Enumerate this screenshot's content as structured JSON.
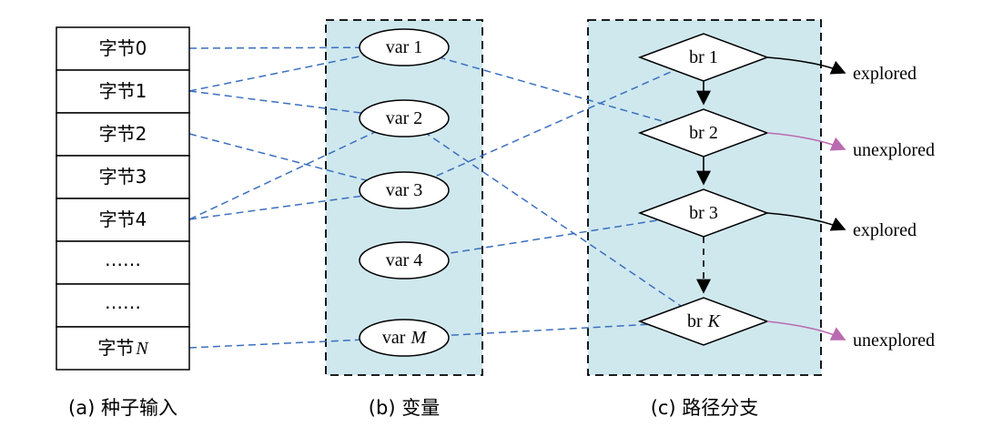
{
  "panels": {
    "seed": {
      "caption": "(a) 种子输入",
      "items": [
        {
          "label": "字节0"
        },
        {
          "label": "字节1"
        },
        {
          "label": "字节2"
        },
        {
          "label": "字节3"
        },
        {
          "label": "字节4"
        },
        {
          "label": "……"
        },
        {
          "label": "……"
        },
        {
          "label_prefix": "字节",
          "label_it": "N"
        }
      ]
    },
    "vars": {
      "caption": "(b) 变量",
      "items": [
        {
          "label": "var 1"
        },
        {
          "label": "var 2"
        },
        {
          "label": "var 3"
        },
        {
          "label": "var 4"
        },
        {
          "label_prefix": "var",
          "label_it": "M"
        }
      ]
    },
    "branches": {
      "caption": "(c) 路径分支",
      "items": [
        {
          "label": "br 1",
          "state": "explored"
        },
        {
          "label": "br 2",
          "state": "unexplored"
        },
        {
          "label": "br 3",
          "state": "explored"
        },
        {
          "label_prefix": "br",
          "label_it": "K",
          "state": "unexplored"
        }
      ]
    }
  },
  "colors": {
    "panel_fill": "#cfe8ee",
    "branch_highlight": "#ddb0d6",
    "connector_blue": "#3a6fbf",
    "unexplored_pink": "#bb6ab0",
    "explored_black": "#000000"
  }
}
